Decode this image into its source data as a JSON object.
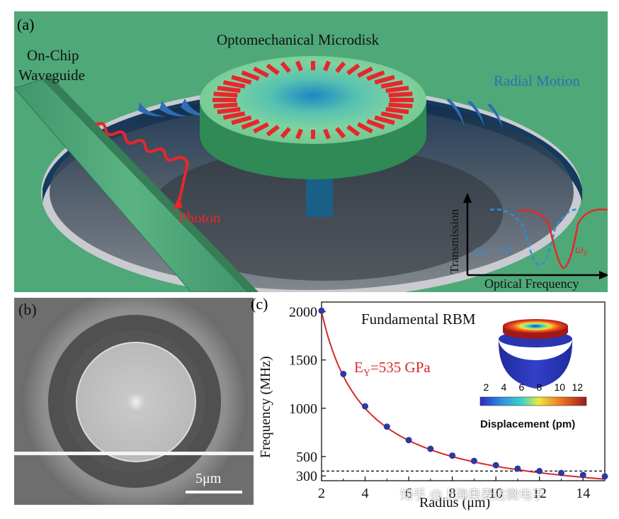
{
  "panel_a": {
    "label": "(a)",
    "title": "Optomechanical Microdisk",
    "waveguide_line1": "On-Chip",
    "waveguide_line2": "Waveguide",
    "radial_motion": "Radial Motion",
    "photon": "Photon",
    "inset": {
      "y_label": "Transmission",
      "x_label": "Optical Frequency",
      "shifted_label": "ω₀ – Gx",
      "center_label": "ω₀"
    },
    "colors": {
      "background": "#4fa878",
      "photon": "#e8262b",
      "motion": "#2f6db5",
      "mode": "#e8262b"
    }
  },
  "panel_b": {
    "label": "(b)",
    "scalebar_label": "5μm"
  },
  "panel_c": {
    "label": "(c)",
    "annotation": "Fundamental RBM",
    "modulus_label": "E",
    "modulus_sub": "Y",
    "modulus_value": "=535 GPa",
    "colorbar_label": "Displacement (pm)",
    "colorbar_ticks": [
      "2",
      "4",
      "6",
      "8",
      "10",
      "12"
    ],
    "watermark": "知乎 @上海奥麦达微电子"
  },
  "chart_data": {
    "type": "scatter",
    "xlabel": "Radius (μm)",
    "ylabel": "Frequency (MHz)",
    "xlim": [
      2,
      15
    ],
    "ylim": [
      250,
      2100
    ],
    "x_ticks": [
      2,
      4,
      6,
      8,
      10,
      12,
      14
    ],
    "y_ticks": [
      300,
      500,
      1000,
      1500,
      2000
    ],
    "series": [
      {
        "marker": "circle",
        "color": "#2a3aa0",
        "x": [
          2,
          3,
          4,
          5,
          6,
          7,
          8,
          9,
          10,
          11,
          12,
          13,
          14,
          15
        ],
        "y": [
          2010,
          1355,
          1020,
          810,
          670,
          580,
          510,
          455,
          410,
          375,
          350,
          330,
          310,
          295
        ]
      }
    ],
    "fit_curve": {
      "color": "#d6282b",
      "k": 4000
    },
    "reference_line": {
      "y": 350,
      "style": "dashed"
    },
    "grid": false
  }
}
